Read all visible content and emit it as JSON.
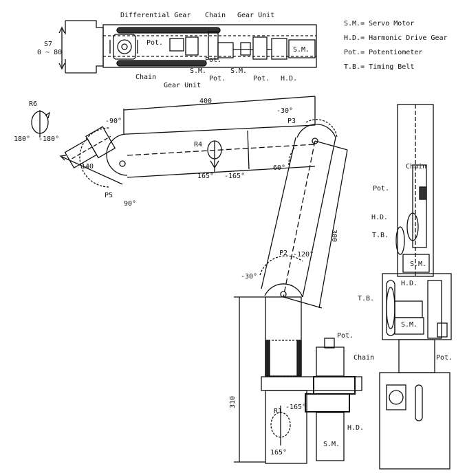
{
  "legend": [
    "S.M.= Servo Motor",
    "H.D.= Harmonic Drive Gear",
    "Pot.= Potentiometer",
    "T.B.= Timing Belt"
  ],
  "top_view": {
    "differential_gear": "Differential Gear",
    "chain_top": "Chain",
    "gear_unit_top": "Gear Unit",
    "chain_bottom": "Chain",
    "gear_unit_bottom": "Gear Unit",
    "pot_1": "Pot.",
    "pot_2": "Pot.",
    "pot_3": "Pot.",
    "sm_1": "S.M.",
    "sm_2": "S.M.",
    "sm_3": "S.M.",
    "hd_1": "H.D.",
    "s7": "S7",
    "s7_range": "0 ~ 80"
  },
  "arm_view": {
    "r6": "R6",
    "r6_pos": "180°",
    "r6_neg": "-180°",
    "dim_140": "140",
    "p5": "P5",
    "p5_pos": "90°",
    "p5_neg": "-90°",
    "dim_400": "400",
    "r4": "R4",
    "r4_pos": "165°",
    "r4_neg": "-165°",
    "p3": "P3",
    "p3_pos": "60°",
    "p3_neg": "-30°",
    "dim_300": "300",
    "p2": "P2",
    "p2_pos": "-120°",
    "p2_neg": "-30°",
    "dim_310": "310",
    "r1": "R1",
    "r1_pos": "165°",
    "r1_neg": "-165°",
    "base_pot": "Pot.",
    "base_chain": "Chain",
    "base_hd": "H.D.",
    "base_sm": "S.M."
  },
  "side_view": {
    "chain": "Chain",
    "pot": "Pot.",
    "hd_1": "H.D.",
    "tb_1": "T.B.",
    "sm_1": "S.M.",
    "hd_2": "H.D.",
    "tb_2": "T.B.",
    "sm_2": "S.M.",
    "pot_2": "Pot."
  }
}
